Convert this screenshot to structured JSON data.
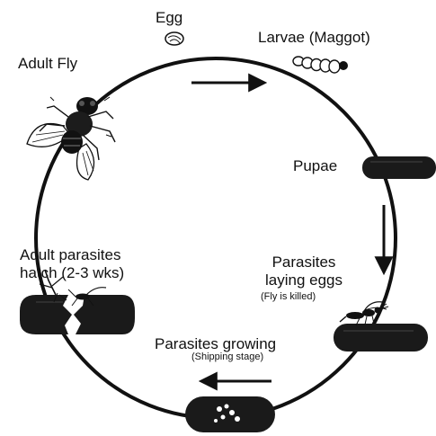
{
  "diagram": {
    "stages": {
      "egg": "Egg",
      "larvae": "Larvae (Maggot)",
      "adult_fly": "Adult Fly",
      "pupae": "Pupae",
      "parasites_laying": [
        "Parasites",
        "laying eggs"
      ],
      "fly_killed": "(Fly is killed)",
      "adult_parasites": [
        "Adult parasites",
        "hatch (2-3 wks)"
      ],
      "parasites_growing": "Parasites growing",
      "shipping_stage": "(Shipping stage)"
    },
    "colors": {
      "ink": "#111111",
      "background": "#ffffff",
      "pupa_fill": "#1a1a1a"
    },
    "icons": [
      "egg-icon",
      "maggot-icon",
      "fly-icon",
      "pupa-icon",
      "parasite-wasp-icon",
      "broken-pupa-icon",
      "arrow-icon"
    ]
  }
}
